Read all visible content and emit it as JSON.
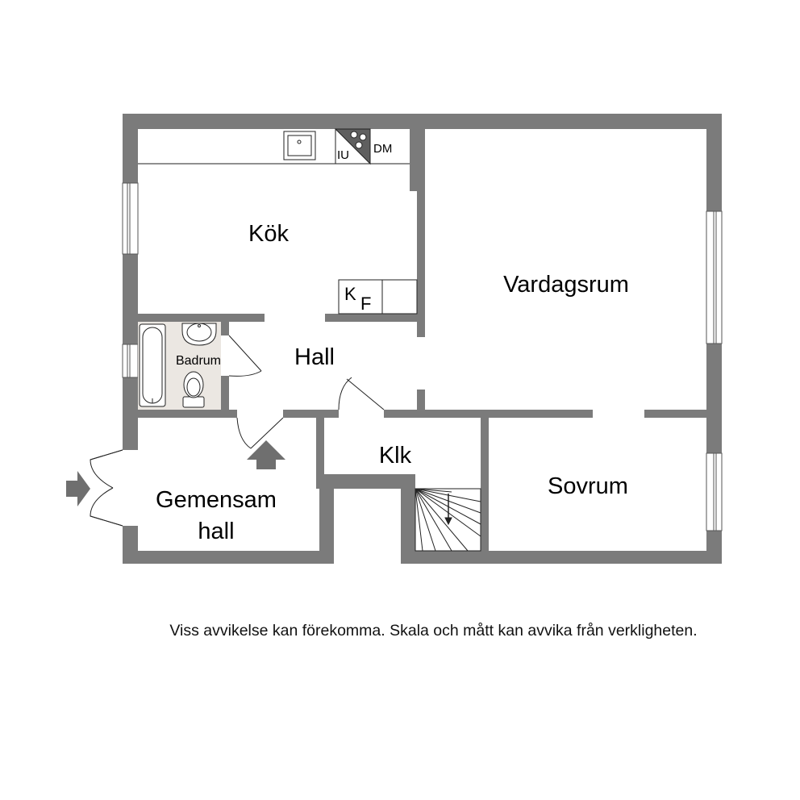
{
  "floorplan": {
    "colors": {
      "wall": "#7b7b7b",
      "bathroom_floor": "#ebe7e2",
      "line": "#222222",
      "background": "#ffffff"
    },
    "rooms": {
      "kok": "Kök",
      "vardagsrum": "Vardagsrum",
      "hall": "Hall",
      "badrum": "Badrum",
      "klk": "Klk",
      "sovrum": "Sovrum",
      "gemensam_hall_line1": "Gemensam",
      "gemensam_hall_line2": "hall"
    },
    "appliances": {
      "iu": "IU",
      "dm": "DM",
      "k": "K",
      "f": "F"
    },
    "icons": [
      "sink-icon",
      "stove-icon",
      "bathtub-icon",
      "washbasin-icon",
      "toilet-icon",
      "stairs-icon",
      "entrance-arrow-icon"
    ]
  },
  "disclaimer": "Viss avvikelse kan förekomma. Skala och mått kan avvika från verkligheten."
}
